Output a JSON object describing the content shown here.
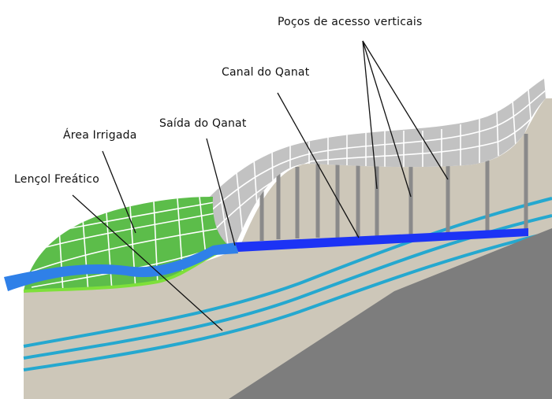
{
  "labels": {
    "vertical_shafts": "Poços de acesso verticais",
    "qanat_channel": "Canal do Qanat",
    "qanat_outlet": "Saída do Qanat",
    "irrigated_area": "Área Irrigada",
    "water_table": "Lençol Freático"
  },
  "colors": {
    "ground": "#cdc7b9",
    "bedrock": "#7d7d7d",
    "terrain": "#c2c2c2",
    "irrigated": "#5cbd4a",
    "irrigated_edge": "#7ee03a",
    "river": "#2f80e8",
    "channel": "#1c33f5",
    "shaft": "#8a8a8a",
    "water_layer": "#25a8cf",
    "leader": "#111111"
  },
  "icons": [
    "qanat-cross-section"
  ]
}
